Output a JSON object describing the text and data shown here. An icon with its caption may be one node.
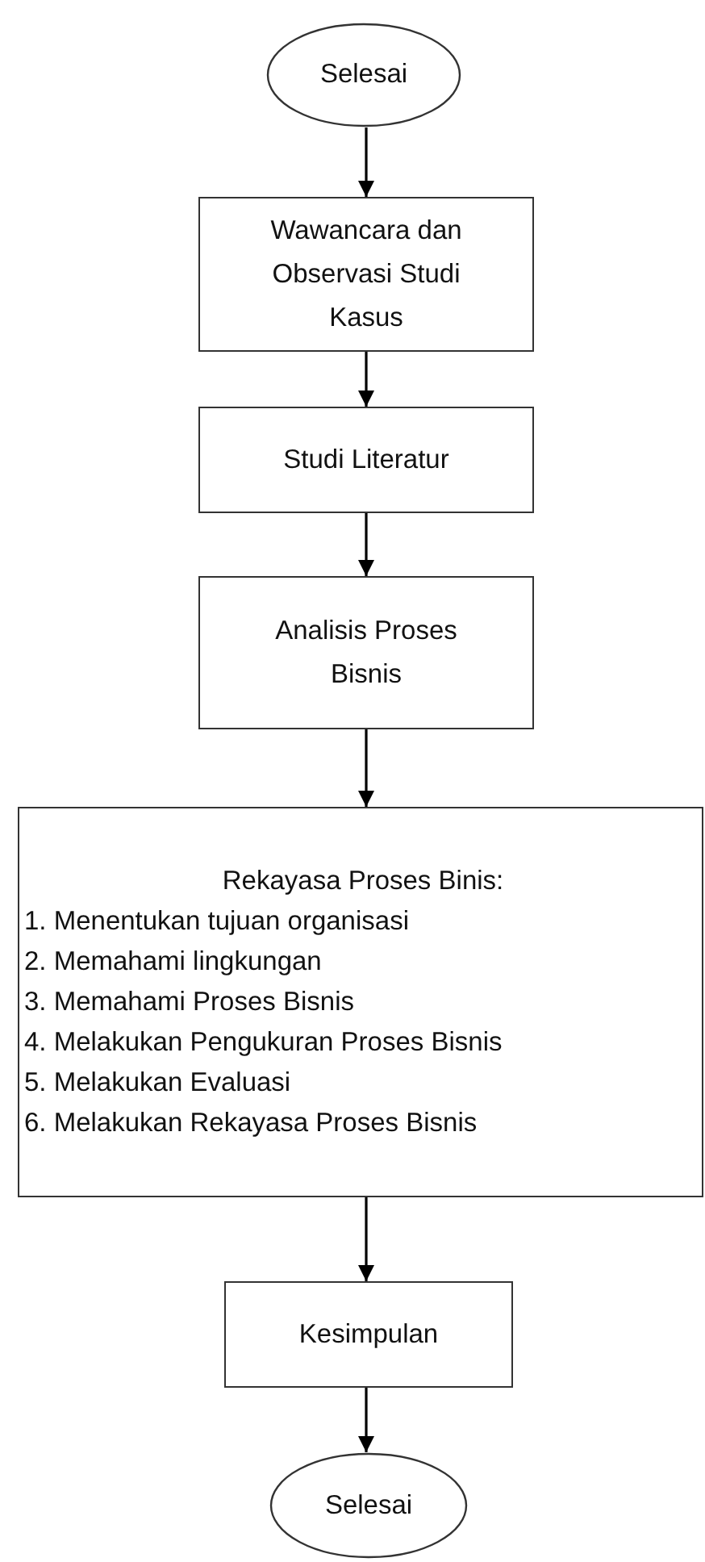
{
  "diagram": {
    "nodes": [
      {
        "text": [
          "Selesai"
        ]
      },
      {
        "text": [
          "Wawancara dan Observasi Studi Kasus"
        ]
      },
      {
        "text": [
          "Studi Literatur"
        ]
      },
      {
        "text": [
          "Analisis Proses Bisnis"
        ]
      },
      {
        "text": [
          "Rekayasa Proses Binis:",
          "1. Menentukan tujuan organisasi",
          "2. Memahami lingkungan",
          "3. Memahami Proses Bisnis",
          "4. Melakukan Pengukuran Proses Bisnis",
          "5. Melakukan Evaluasi",
          "6. Melakukan Rekayasa Proses Bisnis"
        ]
      },
      {
        "text": [
          "Kesimpulan"
        ]
      },
      {
        "text": [
          "Selesai"
        ]
      }
    ],
    "edges": [
      {
        "from": 0,
        "to": 1,
        "arrow": "to"
      },
      {
        "from": 1,
        "to": 2,
        "arrow": "to"
      },
      {
        "from": 2,
        "to": 3,
        "arrow": "to"
      },
      {
        "from": 3,
        "to": 4,
        "arrow": "to"
      },
      {
        "from": 4,
        "to": 5,
        "arrow": "to"
      },
      {
        "from": 5,
        "to": 6,
        "arrow": "to"
      }
    ]
  }
}
